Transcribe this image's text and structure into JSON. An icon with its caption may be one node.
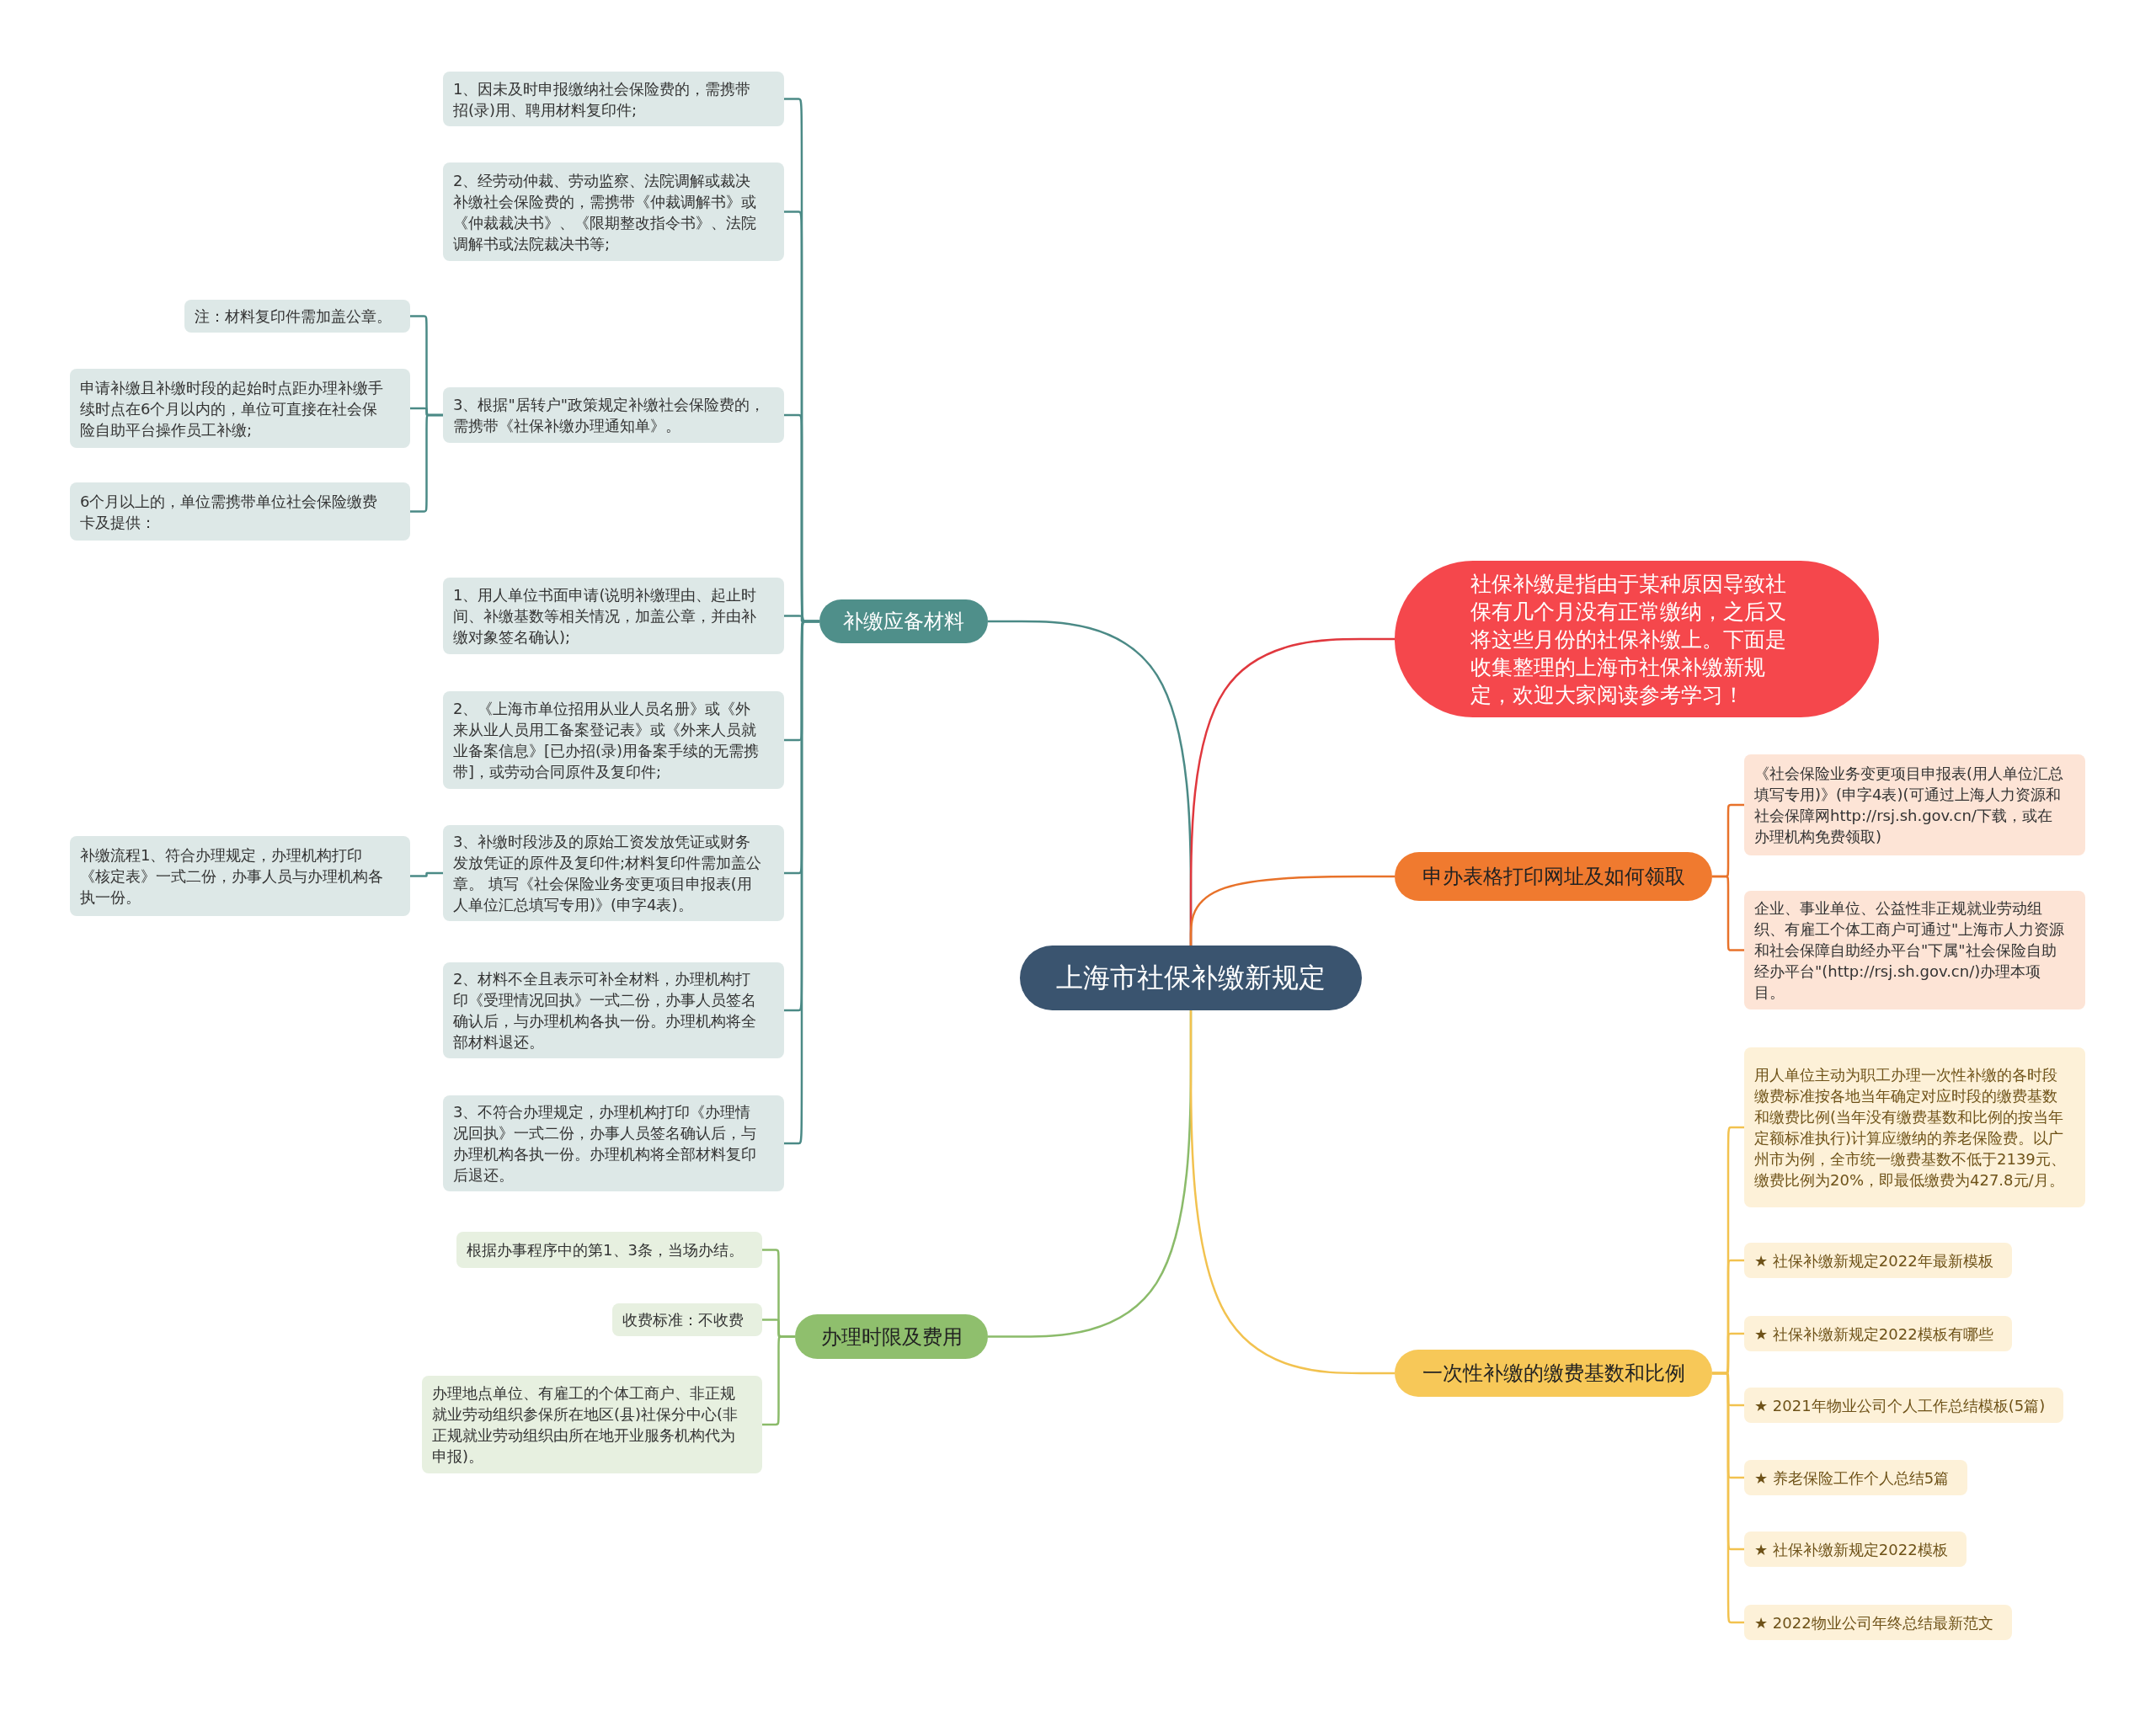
{
  "diagram": {
    "nodes": [
      {
        "text": [
          "上海市社保补缴新规定"
        ]
      },
      {
        "text": [
          "补缴应备材料"
        ]
      },
      {
        "text": [
          "1、因未及时申报缴纳社会保险费的，需携带招(录)用、聘用材料复印件;"
        ]
      },
      {
        "text": [
          "2、经劳动仲裁、劳动监察、法院调解或裁决补缴社会保险费的，需携带《仲裁调解书》或《仲裁裁决书》、《限期整改指令书》、法院调解书或法院裁决书等;"
        ]
      },
      {
        "text": [
          "3、根据\"居转户\"政策规定补缴社会保险费的，需携带《社保补缴办理通知单》。"
        ]
      },
      {
        "text": [
          "注：材料复印件需加盖公章。"
        ]
      },
      {
        "text": [
          "申请补缴且补缴时段的起始时点距办理补缴手续时点在6个月以内的，单位可直接在社会保险自助平台操作员工补缴;"
        ]
      },
      {
        "text": [
          "6个月以上的，单位需携带单位社会保险缴费卡及提供："
        ]
      },
      {
        "text": [
          "1、用人单位书面申请(说明补缴理由、起止时间、补缴基数等相关情况，加盖公章，并由补缴对象签名确认);"
        ]
      },
      {
        "text": [
          "2、《上海市单位招用从业人员名册》或《外来从业人员用工备案登记表》或《外来人员就业备案信息》[已办招(录)用备案手续的无需携带]，或劳动合同原件及复印件;"
        ]
      },
      {
        "text": [
          "3、补缴时段涉及的原始工资发放凭证或财务发放凭证的原件及复印件;材料复印件需加盖公章。 填写《社会保险业务变更项目申报表(用人单位汇总填写专用)》(申字4表)。"
        ]
      },
      {
        "text": [
          "补缴流程1、符合办理规定，办理机构打印《核定表》一式二份，办事人员与办理机构各执一份。"
        ]
      },
      {
        "text": [
          "2、材料不全且表示可补全材料，办理机构打印《受理情况回执》一式二份，办事人员签名确认后，与办理机构各执一份。办理机构将全部材料退还。"
        ]
      },
      {
        "text": [
          "3、不符合办理规定，办理机构打印《办理情况回执》一式二份，办事人员签名确认后，与办理机构各执一份。办理机构将全部材料复印后退还。"
        ]
      },
      {
        "text": [
          "办理时限及费用"
        ]
      },
      {
        "text": [
          "根据办事程序中的第1、3条，当场办结。"
        ]
      },
      {
        "text": [
          "收费标准：不收费"
        ]
      },
      {
        "text": [
          "办理地点单位、有雇工的个体工商户、非正规就业劳动组织参保所在地区(县)社保分中心(非正规就业劳动组织由所在地开业服务机构代为申报)。"
        ]
      },
      {
        "text": [
          "社保补缴是指由于某种原因导致社保有几个月没有正常缴纳，之后又将这些月份的社保补缴上。下面是收集整理的上海市社保补缴新规定，欢迎大家阅读参考学习！"
        ]
      },
      {
        "text": [
          "申办表格打印网址及如何领取"
        ]
      },
      {
        "text": [
          "《社会保险业务变更项目申报表(用人单位汇总填写专用)》(申字4表)(可通过上海人力资源和社会保障网http://rsj.sh.gov.cn/下载，或在办理机构免费领取)"
        ]
      },
      {
        "text": [
          "企业、事业单位、公益性非正规就业劳动组织、有雇工个体工商户可通过\"上海市人力资源和社会保障自助经办平台\"下属\"社会保险自助经办平台\"(http://rsj.sh.gov.cn/)办理本项目。"
        ]
      },
      {
        "text": [
          "一次性补缴的缴费基数和比例"
        ]
      },
      {
        "text": [
          "用人单位主动为职工办理一次性补缴的各时段缴费标准按各地当年确定对应时段的缴费基数和缴费比例(当年没有缴费基数和比例的按当年定额标准执行)计算应缴纳的养老保险费。以广州市为例，全市统一缴费基数不低于2139元、缴费比例为20%，即最低缴费为427.8元/月。"
        ]
      },
      {
        "text": [
          "★ 社保补缴新规定2022年最新模板"
        ]
      },
      {
        "text": [
          "★ 社保补缴新规定2022模板有哪些"
        ]
      },
      {
        "text": [
          "★ 2021年物业公司个人工作总结模板(5篇)"
        ]
      },
      {
        "text": [
          "★ 养老保险工作个人总结5篇"
        ]
      },
      {
        "text": [
          "★ 社保补缴新规定2022模板"
        ]
      },
      {
        "text": [
          "★ 2022物业公司年终总结最新范文"
        ]
      }
    ],
    "edges": [
      {
        "from": 0,
        "to": 1,
        "arrow": "none"
      },
      {
        "from": 1,
        "to": 2,
        "arrow": "none"
      },
      {
        "from": 1,
        "to": 3,
        "arrow": "none"
      },
      {
        "from": 1,
        "to": 4,
        "arrow": "none"
      },
      {
        "from": 4,
        "to": 5,
        "arrow": "none"
      },
      {
        "from": 4,
        "to": 6,
        "arrow": "none"
      },
      {
        "from": 4,
        "to": 7,
        "arrow": "none"
      },
      {
        "from": 1,
        "to": 8,
        "arrow": "none"
      },
      {
        "from": 1,
        "to": 9,
        "arrow": "none"
      },
      {
        "from": 1,
        "to": 10,
        "arrow": "none"
      },
      {
        "from": 10,
        "to": 11,
        "arrow": "none"
      },
      {
        "from": 1,
        "to": 12,
        "arrow": "none"
      },
      {
        "from": 1,
        "to": 13,
        "arrow": "none"
      },
      {
        "from": 0,
        "to": 14,
        "arrow": "none",
        "color": "#8bbb6a"
      },
      {
        "from": 14,
        "to": 15,
        "arrow": "none",
        "color": "#8bbb6a"
      },
      {
        "from": 14,
        "to": 16,
        "arrow": "none",
        "color": "#8bbb6a"
      },
      {
        "from": 14,
        "to": 17,
        "arrow": "none",
        "color": "#8bbb6a"
      },
      {
        "from": 0,
        "to": 18,
        "arrow": "none",
        "color": "#e0383e"
      },
      {
        "from": 0,
        "to": 19,
        "arrow": "none",
        "color": "#e8722a"
      },
      {
        "from": 19,
        "to": 20,
        "arrow": "none",
        "color": "#e8722a"
      },
      {
        "from": 19,
        "to": 21,
        "arrow": "none",
        "color": "#e8722a"
      },
      {
        "from": 0,
        "to": 22,
        "arrow": "none",
        "color": "#f2c24f"
      },
      {
        "from": 22,
        "to": 23,
        "arrow": "none",
        "color": "#f2c24f"
      },
      {
        "from": 22,
        "to": 24,
        "arrow": "none",
        "color": "#f2c24f"
      },
      {
        "from": 22,
        "to": 25,
        "arrow": "none",
        "color": "#f2c24f"
      },
      {
        "from": 22,
        "to": 26,
        "arrow": "none",
        "color": "#f2c24f"
      },
      {
        "from": 22,
        "to": 27,
        "arrow": "none",
        "color": "#f2c24f"
      },
      {
        "from": 22,
        "to": 28,
        "arrow": "none",
        "color": "#f2c24f"
      },
      {
        "from": 22,
        "to": 29,
        "arrow": "none",
        "color": "#f2c24f"
      }
    ]
  }
}
